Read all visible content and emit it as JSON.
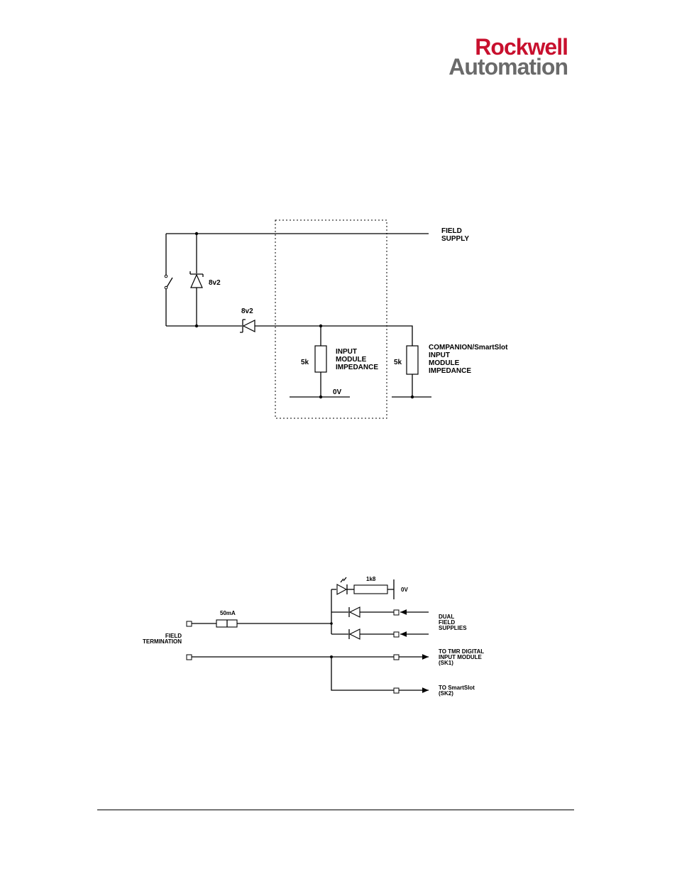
{
  "header": {
    "logo_line1": "Rockwell",
    "logo_line2": "Automation",
    "brand_red": "#c8102e",
    "brand_gray": "#6a6a6a"
  },
  "diagram1": {
    "field_supply": [
      "FIELD",
      "SUPPLY"
    ],
    "zener_top": "8v2",
    "zener_series": "8v2",
    "res_left": "5k",
    "input_module": [
      "INPUT",
      "MODULE",
      "IMPEDANCE"
    ],
    "ground_label": "0V",
    "res_right": "5k",
    "companion": [
      "COMPANION/SmartSlot",
      "INPUT",
      "MODULE",
      "IMPEDANCE"
    ]
  },
  "diagram2": {
    "field_termination": [
      "FIELD",
      "TERMINATION"
    ],
    "fuse": "50mA",
    "resistor": "1k8",
    "ground": "0V",
    "dual_supplies": [
      "DUAL",
      "FIELD",
      "SUPPLIES"
    ],
    "tmr": [
      "TO TMR DIGITAL",
      "INPUT MODULE",
      "(SK1)"
    ],
    "smartslot": [
      "TO SmartSlot",
      "(SK2)"
    ]
  }
}
